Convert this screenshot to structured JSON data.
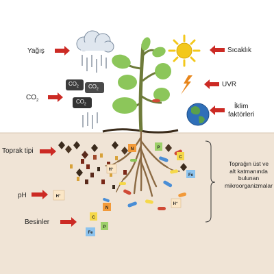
{
  "labels": {
    "rain": "Yağış",
    "co2": "CO",
    "co2_sub": "2",
    "heat": "Sıcaklık",
    "uvr": "UVR",
    "climate_line1": "İklim",
    "climate_line2": "faktörleri",
    "soil_type": "Toprak tipi",
    "ph": "pH",
    "nutrients": "Besinler",
    "microbes_lines": [
      "Toprağın üst ve",
      "alt katmanında",
      "bulunan",
      "mikroorganizmalar"
    ]
  },
  "markers": {
    "cloud_co2": "CO",
    "cloud_co2_sub": "2",
    "hydrogen": "H",
    "hydrogen_sup": "+",
    "nitrogen": "N",
    "phosphorus": "P",
    "carbon": "C",
    "iron": "Fe"
  },
  "colors": {
    "soil": "#f0e4d6",
    "arrow": "#cc2a24",
    "leaf": "#8cc65a",
    "stem": "#6e7b3a",
    "sun": "#f3c81c",
    "nitrogen_fill": "#f29a3a",
    "phosphorus_fill": "#9dd06a",
    "carbon_fill": "#f5d84a",
    "iron_fill": "#8cc3ee",
    "hydrogen_fill": "#fbe6c6"
  },
  "icons": [
    "cloud-icon",
    "rain-icon",
    "sun-icon",
    "lightning-icon",
    "earth-globe-icon",
    "plant-icon",
    "root-icon",
    "bacteria-icon",
    "soil-particle-icon"
  ]
}
